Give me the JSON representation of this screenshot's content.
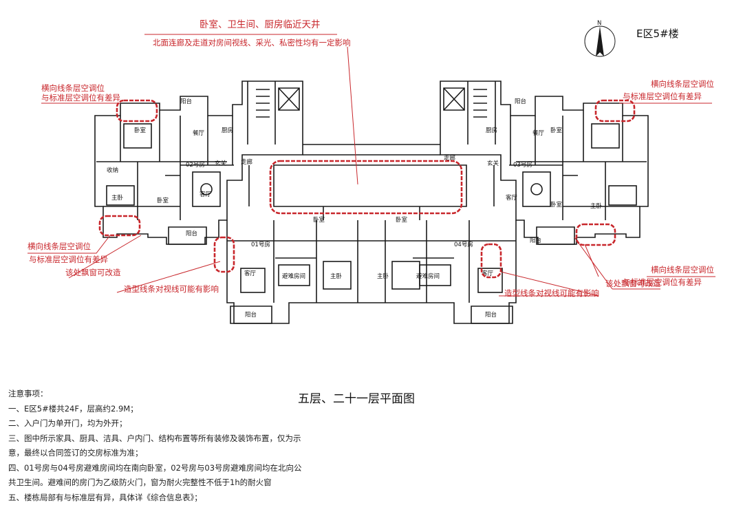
{
  "building_label": "E区5#楼",
  "floor_title": "五层、二十一层平面图",
  "north_label": "N",
  "annotations": {
    "top_title": "卧室、卫生间、厨房临近天井",
    "top_sub": "北面连廊及走道对房间视线、采光、私密性均有一定影响",
    "ac_left_top_1": "横向线条层空调位",
    "ac_left_top_2": "与标准层空调位有差异",
    "ac_right_top_1": "横向线条层空调位",
    "ac_right_top_2": "与标准层空调位有差异",
    "ac_left_bot_1": "横向线条层空调位",
    "ac_left_bot_2": "与标准层空调位有差异",
    "ac_right_bot_1": "横向线条层空调位",
    "ac_right_bot_2": "与标准层空调位有差异",
    "bay_left": "该处飘窗可改造",
    "bay_right": "该处飘窗可改造",
    "line_left": "造型线条对视线可能有影响",
    "line_right": "造型线条对视线可能有影响"
  },
  "rooms": {
    "balcony": "阳台",
    "bedroom": "卧室",
    "master": "主卧",
    "kitchen": "厨房",
    "dining": "餐厅",
    "living": "客厅",
    "foyer": "玄关",
    "corridor": "走廊",
    "storage": "收纳",
    "refuge": "避难房间",
    "unit01": "01号房",
    "unit02": "02号房",
    "unit03": "03号房",
    "unit04": "04号房"
  },
  "notes": {
    "heading": "注意事项：",
    "l1": "一、E区5#楼共24F，层高约2.9M；",
    "l2": "二、入户门为单开门，均为外开；",
    "l3": "三、图中所示家具、厨具、洁具、户内门、结构布置等所有装修及装饰布置，仅为示",
    "l4": "意，最终以合同签订的交房标准为准；",
    "l5": "四、01号房与04号房避难房间均在南向卧室，02号房与03号房避难房间均在北向公",
    "l6": "共卫生间。避难间的房门为乙级防火门，窗为耐火完整性不低于1h的耐火窗",
    "l7": "五、楼栋局部有与标准层有异，具体详《综合信息表》；"
  },
  "colors": {
    "annotation": "#c8262b",
    "linework": "#1a1a1a"
  }
}
